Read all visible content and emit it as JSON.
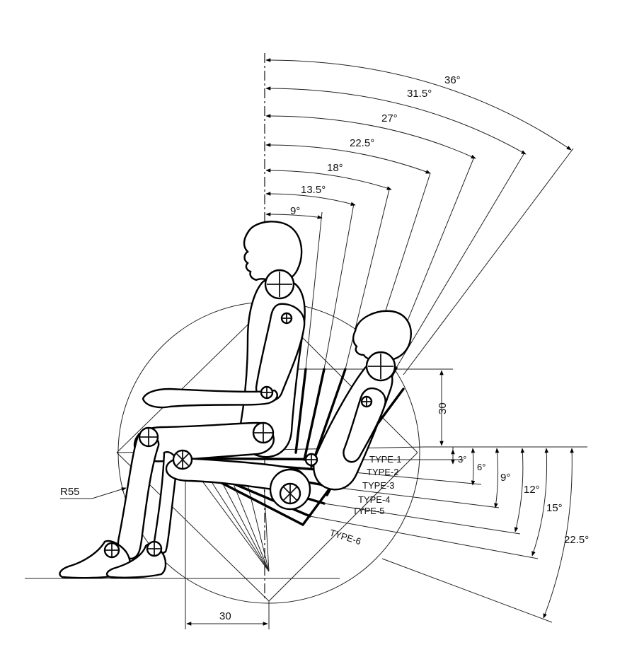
{
  "diagram": {
    "backrest_angles": [
      "9°",
      "13.5°",
      "18°",
      "22.5°",
      "27°",
      "31.5°",
      "36°"
    ],
    "seat_types": [
      "TYPE-1",
      "TYPE-2",
      "TYPE-3",
      "TYPE-4",
      "TYPE-5",
      "TYPE-6"
    ],
    "seat_angles": [
      "3°",
      "6°",
      "9°",
      "12°",
      "15°",
      "22.5°"
    ],
    "radius_label": "R55",
    "horizontal_offset": "30",
    "vertical_offset": "30"
  }
}
